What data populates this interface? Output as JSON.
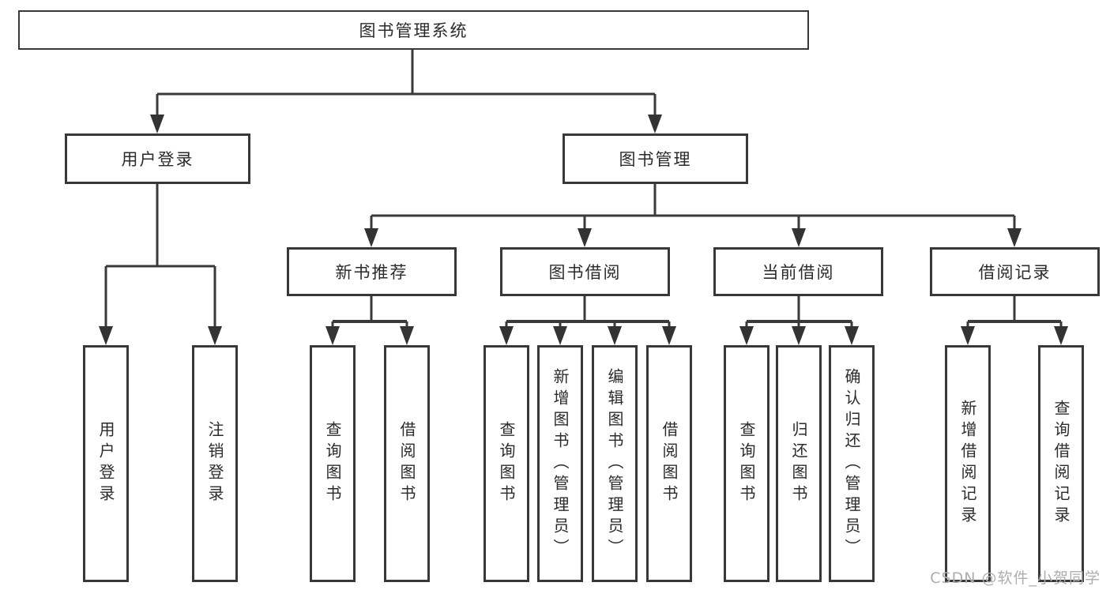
{
  "diagram": {
    "type": "hierarchy",
    "background": "#ffffff",
    "line_color": "#3a3a3a",
    "box_border_color": "#383838",
    "text_color": "#2b2b2b",
    "tree": {
      "label": "图书管理系统",
      "children": [
        {
          "label": "用户登录",
          "children": [
            {
              "label": "用户登录"
            },
            {
              "label": "注销登录"
            }
          ]
        },
        {
          "label": "图书管理",
          "children": [
            {
              "label": "新书推荐",
              "children": [
                {
                  "label": "查询图书"
                },
                {
                  "label": "借阅图书"
                }
              ]
            },
            {
              "label": "图书借阅",
              "children": [
                {
                  "label": "查询图书"
                },
                {
                  "label": "新增图书（管理员）"
                },
                {
                  "label": "编辑图书（管理员）"
                },
                {
                  "label": "借阅图书"
                }
              ]
            },
            {
              "label": "当前借阅",
              "children": [
                {
                  "label": "查询图书"
                },
                {
                  "label": "归还图书"
                },
                {
                  "label": "确认归还（管理员）"
                }
              ]
            },
            {
              "label": "借阅记录",
              "children": [
                {
                  "label": "新增借阅记录"
                },
                {
                  "label": "查询借阅记录"
                }
              ]
            }
          ]
        }
      ]
    },
    "watermark": {
      "text": "CSDN @软件_小贺同学",
      "color": "#adadad"
    }
  }
}
